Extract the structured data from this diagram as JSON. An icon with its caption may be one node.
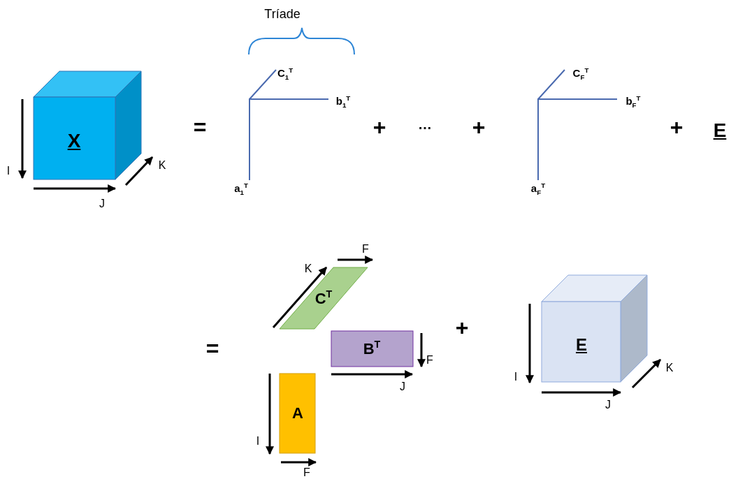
{
  "diagram": {
    "nodes": [
      {
        "text": [
          "X"
        ]
      },
      {
        "text": [
          "C$^{T}$"
        ]
      },
      {
        "text": [
          "B$^{T}$"
        ]
      },
      {
        "text": [
          "A"
        ]
      },
      {
        "text": [
          "E"
        ]
      }
    ],
    "labels": [
      "Tríade",
      "C$_{1}$$^{T}$",
      "C$_{F}$$^{T}$",
      "b$_{1}$$^{T}$",
      "b$_{F}$$^{T}$",
      "=",
      "+",
      "…",
      "+",
      "+",
      "E",
      "K",
      "I",
      "a$_{1}$$^{T}$",
      "a$_{F}$$^{T}$",
      "J",
      "F",
      "K",
      "+",
      "=",
      "F",
      "K",
      "I",
      "J",
      "J",
      "I",
      "F"
    ]
  }
}
